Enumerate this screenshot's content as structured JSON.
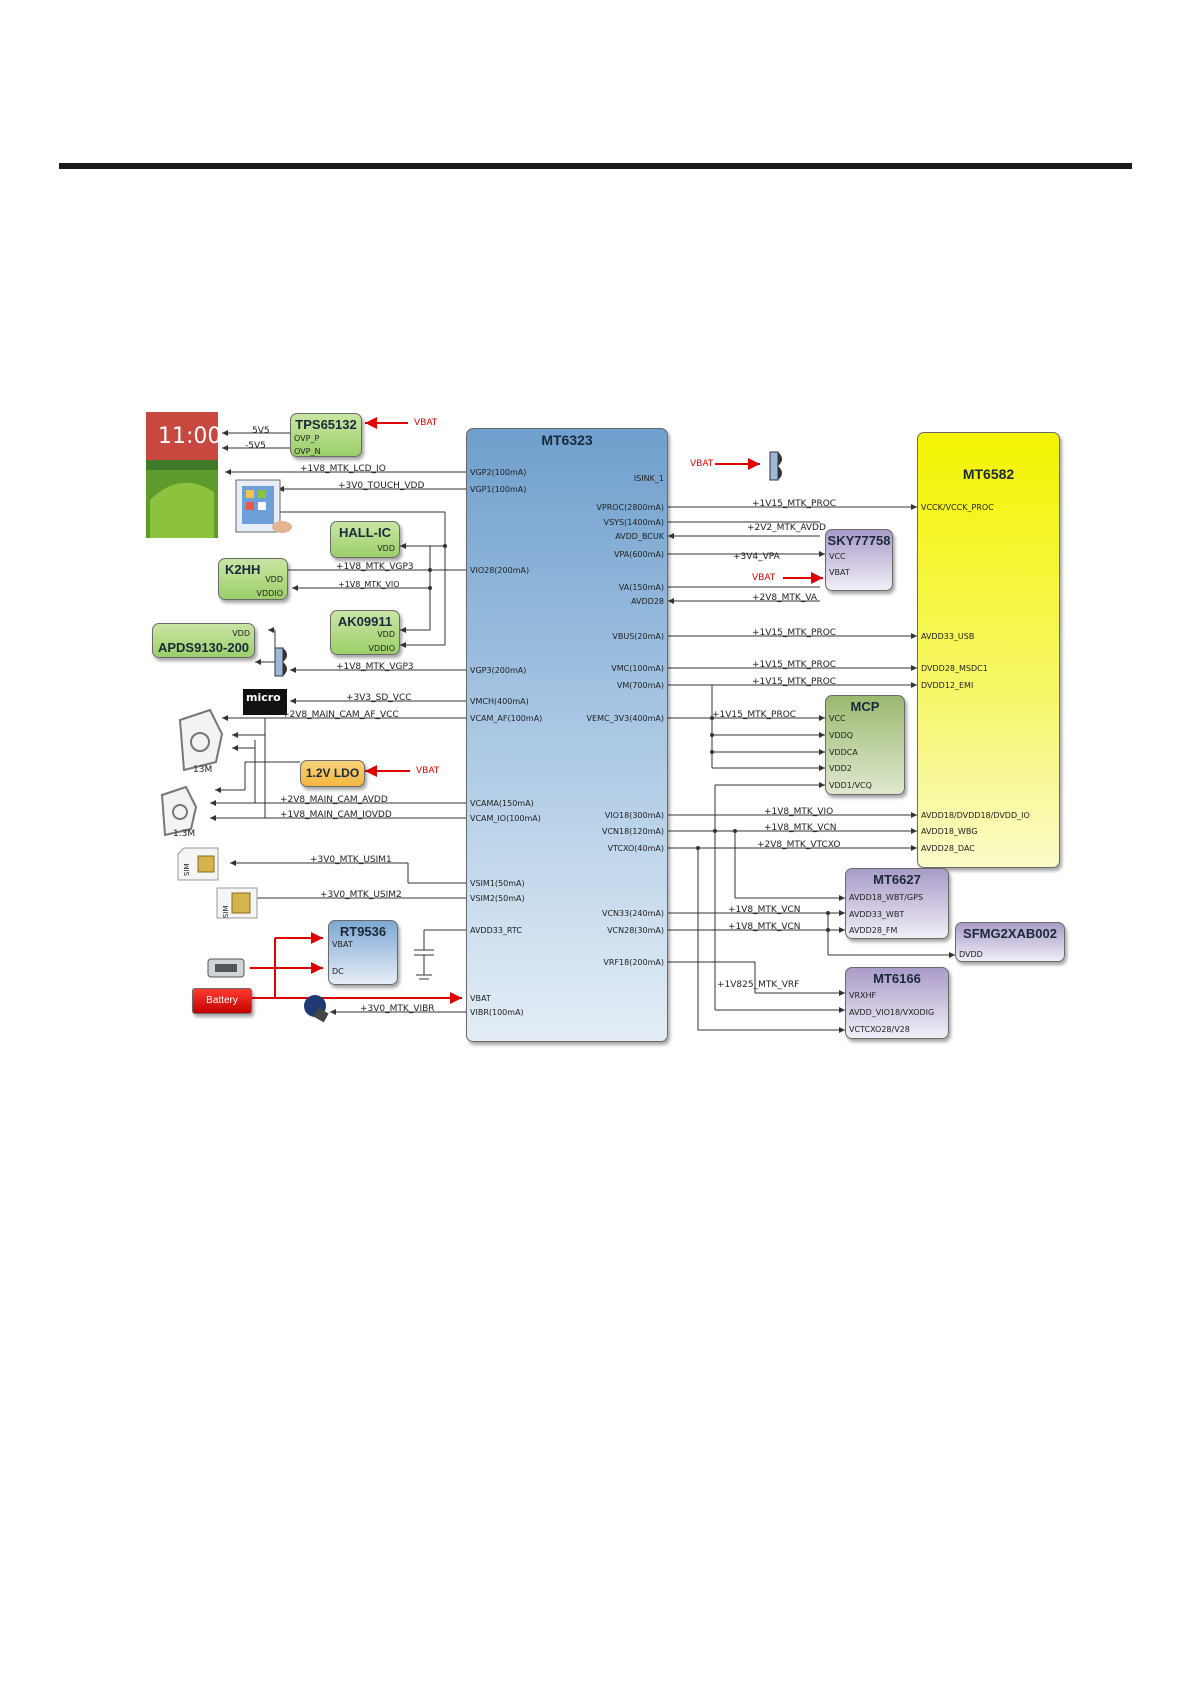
{
  "chips": {
    "tps": {
      "title": "TPS65132",
      "pins": [
        "OVP_P",
        "OVP_N"
      ]
    },
    "hall": {
      "title": "HALL-IC",
      "pins": [
        "VDD"
      ]
    },
    "k2hh": {
      "title": "K2HH",
      "pins": [
        "VDD",
        "VDDIO"
      ]
    },
    "ak": {
      "title": "AK09911",
      "pins": [
        "VDD",
        "VDDIO"
      ]
    },
    "apds": {
      "title": "APDS9130-200",
      "pins": [
        "VDD"
      ]
    },
    "ldo": {
      "title": "1.2V LDO"
    },
    "rt": {
      "title": "RT9536",
      "pins": [
        "VBAT",
        "DC"
      ]
    },
    "battery": {
      "title": "Battery"
    },
    "mt6323": {
      "title": "MT6323",
      "left_pins": [
        "VGP2(100mA)",
        "VGP1(100mA)",
        "VIO28(200mA)",
        "VGP3(200mA)",
        "VMCH(400mA)",
        "VCAM_AF(100mA)",
        "VCAMA(150mA)",
        "VCAM_IO(100mA)",
        "VSIM1(50mA)",
        "VSIM2(50mA)",
        "AVDD33_RTC",
        "VBAT",
        "VIBR(100mA)"
      ],
      "right_pins": [
        "ISINK_1",
        "VPROC(2800mA)",
        "VSYS(1400mA)",
        "AVDD_BCUK",
        "VPA(600mA)",
        "VA(150mA)",
        "AVDD28",
        "VBUS(20mA)",
        "VMC(100mA)",
        "VM(700mA)",
        "VEMC_3V3(400mA)",
        "VIO18(300mA)",
        "VCN18(120mA)",
        "VTCXO(40mA)",
        "VCN33(240mA)",
        "VCN28(30mA)",
        "VRF18(200mA)"
      ]
    },
    "mt6582": {
      "title": "MT6582",
      "pins": [
        "VCCK/VCCK_PROC",
        "AVDD33_USB",
        "DVDD28_MSDC1",
        "DVDD12_EMI",
        "AVDD18/DVDD18/DVDD_IO",
        "AVDD18_WBG",
        "AVDD28_DAC"
      ]
    },
    "sky": {
      "title": "SKY77758",
      "pins": [
        "VCC",
        "VBAT"
      ]
    },
    "mcp": {
      "title": "MCP",
      "pins": [
        "VCC",
        "VDDQ",
        "VDDCA",
        "VDD2",
        "VDD1/VCQ"
      ]
    },
    "mt6627": {
      "title": "MT6627",
      "pins": [
        "AVDD18_WBT/GPS",
        "AVDD33_WBT",
        "AVDD28_FM"
      ]
    },
    "sfmg": {
      "title": "SFMG2XAB002",
      "pins": [
        "DVDD"
      ]
    },
    "mt6166": {
      "title": "MT6166",
      "pins": [
        "VRXHF",
        "AVDD_VIO18/VXODIG",
        "VCTCXO28/V28"
      ]
    }
  },
  "nets": {
    "vbat": "VBAT",
    "n5v5": "5V5",
    "n_5v5": "-5V5",
    "lcd_io": "+1V8_MTK_LCD_IO",
    "touch": "+3V0_TOUCH_VDD",
    "vgp3": "+1V8_MTK_VGP3",
    "vio": "+1V8_MTK_VIO",
    "sd": "+3V3_SD_VCC",
    "af": "+2V8_MAIN_CAM_AF_VCC",
    "avdd": "+2V8_MAIN_CAM_AVDD",
    "iovdd": "+1V8_MAIN_CAM_IOVDD",
    "usim1": "+3V0_MTK_USIM1",
    "usim2": "+3V0_MTK_USIM2",
    "vibr": "+3V0_MTK_VIBR",
    "proc": "+1V15_MTK_PROC",
    "avdd_n": "+2V2_MTK_AVDD",
    "vpa": "+3V4_VPA",
    "va": "+2V8_MTK_VA",
    "vcn": "+1V8_MTK_VCN",
    "vtcxo": "+2V8_MTK_VTCXO",
    "vrf": "+1V825_MTK_VRF"
  },
  "labels": {
    "cam13": "13M",
    "cam13s": "1.3M",
    "sim": "SIM",
    "micro": "micro",
    "clock": "11:00"
  },
  "colors": {
    "arrow_red": "#e00000",
    "mt6323": "#6f9fcd",
    "mt6582": "#f4f400",
    "green_chip": "#9ccf6a",
    "purple_chip": "#a99bc8"
  }
}
